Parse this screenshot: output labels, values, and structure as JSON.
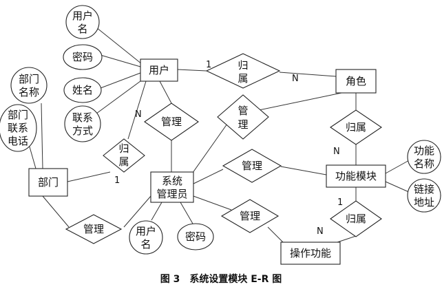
{
  "entities": {
    "user": "用户",
    "role": "角色",
    "sys_admin": [
      "系统",
      "管理员"
    ],
    "dept": "部门",
    "func_module": "功能模块",
    "op_func": "操作功能"
  },
  "attributes": {
    "user_name": [
      "用户",
      "名"
    ],
    "password_user": "密码",
    "real_name": "姓名",
    "contact": [
      "联系",
      "方式"
    ],
    "dept_name": [
      "部门",
      "名称"
    ],
    "dept_phone": [
      "部门",
      "联系",
      "电话"
    ],
    "admin_username": [
      "用户",
      "名"
    ],
    "admin_password": "密码",
    "func_name": [
      "功能",
      "名称"
    ],
    "link_addr": [
      "链接",
      "地址"
    ]
  },
  "relationships": {
    "user_role": [
      "归",
      "属"
    ],
    "user_admin_manage": "管理",
    "user_dept": [
      "归",
      "属"
    ],
    "admin_role_manage": [
      "管",
      "理"
    ],
    "role_func": "归属",
    "admin_func_manage": "管理",
    "admin_op_manage": "管理",
    "func_op": "归属",
    "dept_admin_manage": "管理"
  },
  "cardinalities": {
    "user_role_1": "1",
    "user_role_n": "N",
    "user_dept_n": "N",
    "user_dept_1": "1",
    "role_func_n": "N",
    "func_op_1": "1",
    "func_op_n": "N"
  },
  "caption": "图 3　系统设置模块 E-R 图"
}
